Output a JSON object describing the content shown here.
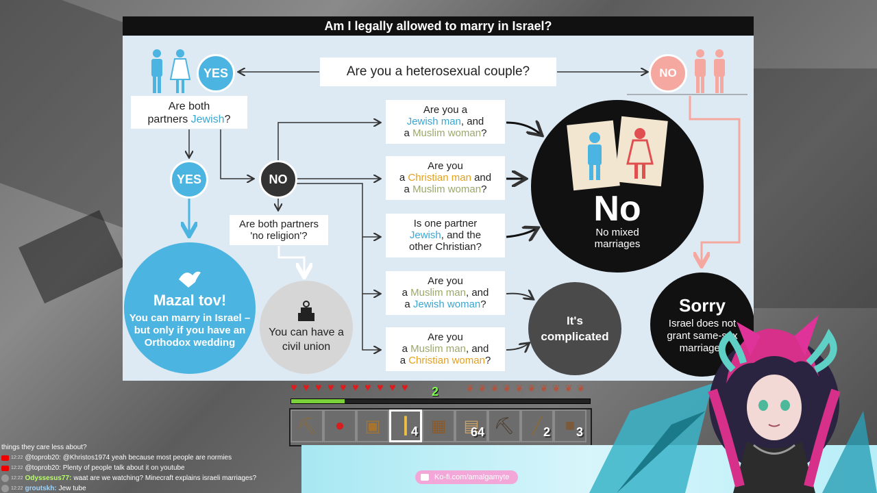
{
  "infographic": {
    "title": "Am I legally allowed to marry in Israel?",
    "q_hetero": "Are you a heterosexual couple?",
    "yes_label": "YES",
    "no_label": "NO",
    "q_both_jewish": {
      "prefix": "Are both",
      "line2": "partners ",
      "highlight": "Jewish",
      "suffix": "?"
    },
    "q_no_religion": {
      "line1": "Are both partners",
      "line2": "'no religion'?"
    },
    "mazal": {
      "title": "Mazal tov!",
      "body": "You can marry in Israel – but only if you have an Orthodox wedding"
    },
    "civil": "You can have a civil union",
    "q1": {
      "a": "Are you a",
      "b": "Jewish man",
      "c": ", and",
      "d": "a ",
      "e": "Muslim woman",
      "f": "?"
    },
    "q2": {
      "a": "Are you",
      "b": "a ",
      "c": "Christian man",
      "d": " and",
      "e": "a ",
      "f": "Muslim woman",
      "g": "?"
    },
    "q3": {
      "a": "Is one partner",
      "b": "Jewish",
      "c": ", and the",
      "d": "other Christian?"
    },
    "q4": {
      "a": "Are you",
      "b": "a ",
      "c": "Muslim man",
      "d": ", and",
      "e": "a ",
      "f": "Jewish woman",
      "g": "?"
    },
    "q5": {
      "a": "Are you",
      "b": "a ",
      "c": "Muslim man",
      "d": ", and",
      "e": "a ",
      "f": "Christian woman",
      "g": "?"
    },
    "no_big": {
      "title": "No",
      "sub1": "No mixed",
      "sub2": "marriages"
    },
    "complicated": {
      "line1": "It's",
      "line2": "complicated"
    },
    "sorry": {
      "title": "Sorry",
      "body": "Israel does not grant same-sex marriages"
    }
  },
  "hud": {
    "hearts": 10,
    "food": 10,
    "xp_level": "2",
    "xp_progress": 0.18,
    "hotbar": [
      {
        "icon": "axe-icon",
        "glyph": "⛏",
        "count": ""
      },
      {
        "icon": "apple-icon",
        "glyph": "●",
        "count": ""
      },
      {
        "icon": "chest-icon",
        "glyph": "▣",
        "count": ""
      },
      {
        "icon": "torch-icon",
        "glyph": "┃",
        "count": "4"
      },
      {
        "icon": "crafting-table-icon",
        "glyph": "▦",
        "count": ""
      },
      {
        "icon": "planks-icon",
        "glyph": "▤",
        "count": "64"
      },
      {
        "icon": "pickaxe-icon",
        "glyph": "⛏",
        "count": ""
      },
      {
        "icon": "stick-icon",
        "glyph": "╱",
        "count": "2"
      },
      {
        "icon": "log-icon",
        "glyph": "■",
        "count": "3"
      }
    ],
    "selected_slot": 3
  },
  "chat": [
    {
      "platform": "",
      "user": "",
      "time": "",
      "text": "things they care less about?"
    },
    {
      "platform": "youtube",
      "time": "12:22",
      "user": "",
      "text": "@toprob20: @Khristos1974 yeah because most people are normies"
    },
    {
      "platform": "youtube",
      "time": "12:22",
      "user": "",
      "text": "@toprob20: Plenty of people talk about it on youtube"
    },
    {
      "platform": "",
      "time": "12:22",
      "user": "Odyssesus77:",
      "text": "waat are we watching? Minecraft explains israeli marriages?"
    },
    {
      "platform": "",
      "time": "12:22",
      "user": "groutskh:",
      "text": "Jew tube"
    }
  ],
  "kofi": "Ko-fi.com/amalgamyte",
  "colors": {
    "blue": "#4bb4e0",
    "gold": "#e3a11d",
    "pink": "#f5a8a0",
    "dark": "#333333"
  }
}
